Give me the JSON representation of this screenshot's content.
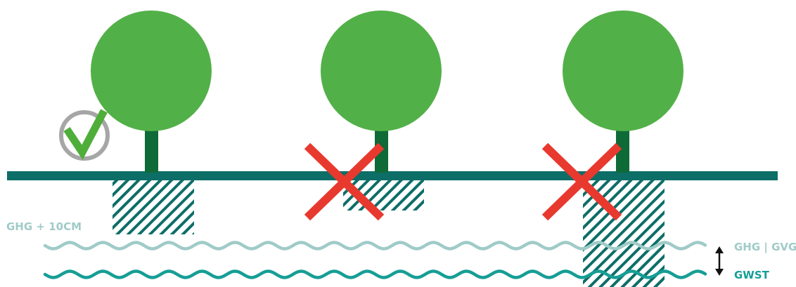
{
  "labels": {
    "left_level": "GHG + 10CM",
    "right_upper": "GHG | GVG",
    "right_lower": "GWST"
  },
  "colors": {
    "canopy": "#52b048",
    "trunk": "#0e6a36",
    "ground": "#0d6e67",
    "hatch": "#0d6e67",
    "wave_light": "#9fcbc8",
    "wave_dark": "#169e95",
    "label_light": "#9fcbc8",
    "label_dark": "#169e95",
    "cross": "#e8392f",
    "check": "#4fae3a",
    "check_ring": "#a6a6a6",
    "arrow": "#111111"
  },
  "trees": [
    {
      "name": "tree-correct",
      "status": "correct"
    },
    {
      "name": "tree-wrong-middle",
      "status": "wrong"
    },
    {
      "name": "tree-wrong-right",
      "status": "wrong"
    }
  ],
  "icons": {
    "check": "check-circle-icon",
    "cross": "cross-icon",
    "arrow": "double-arrow-icon"
  }
}
